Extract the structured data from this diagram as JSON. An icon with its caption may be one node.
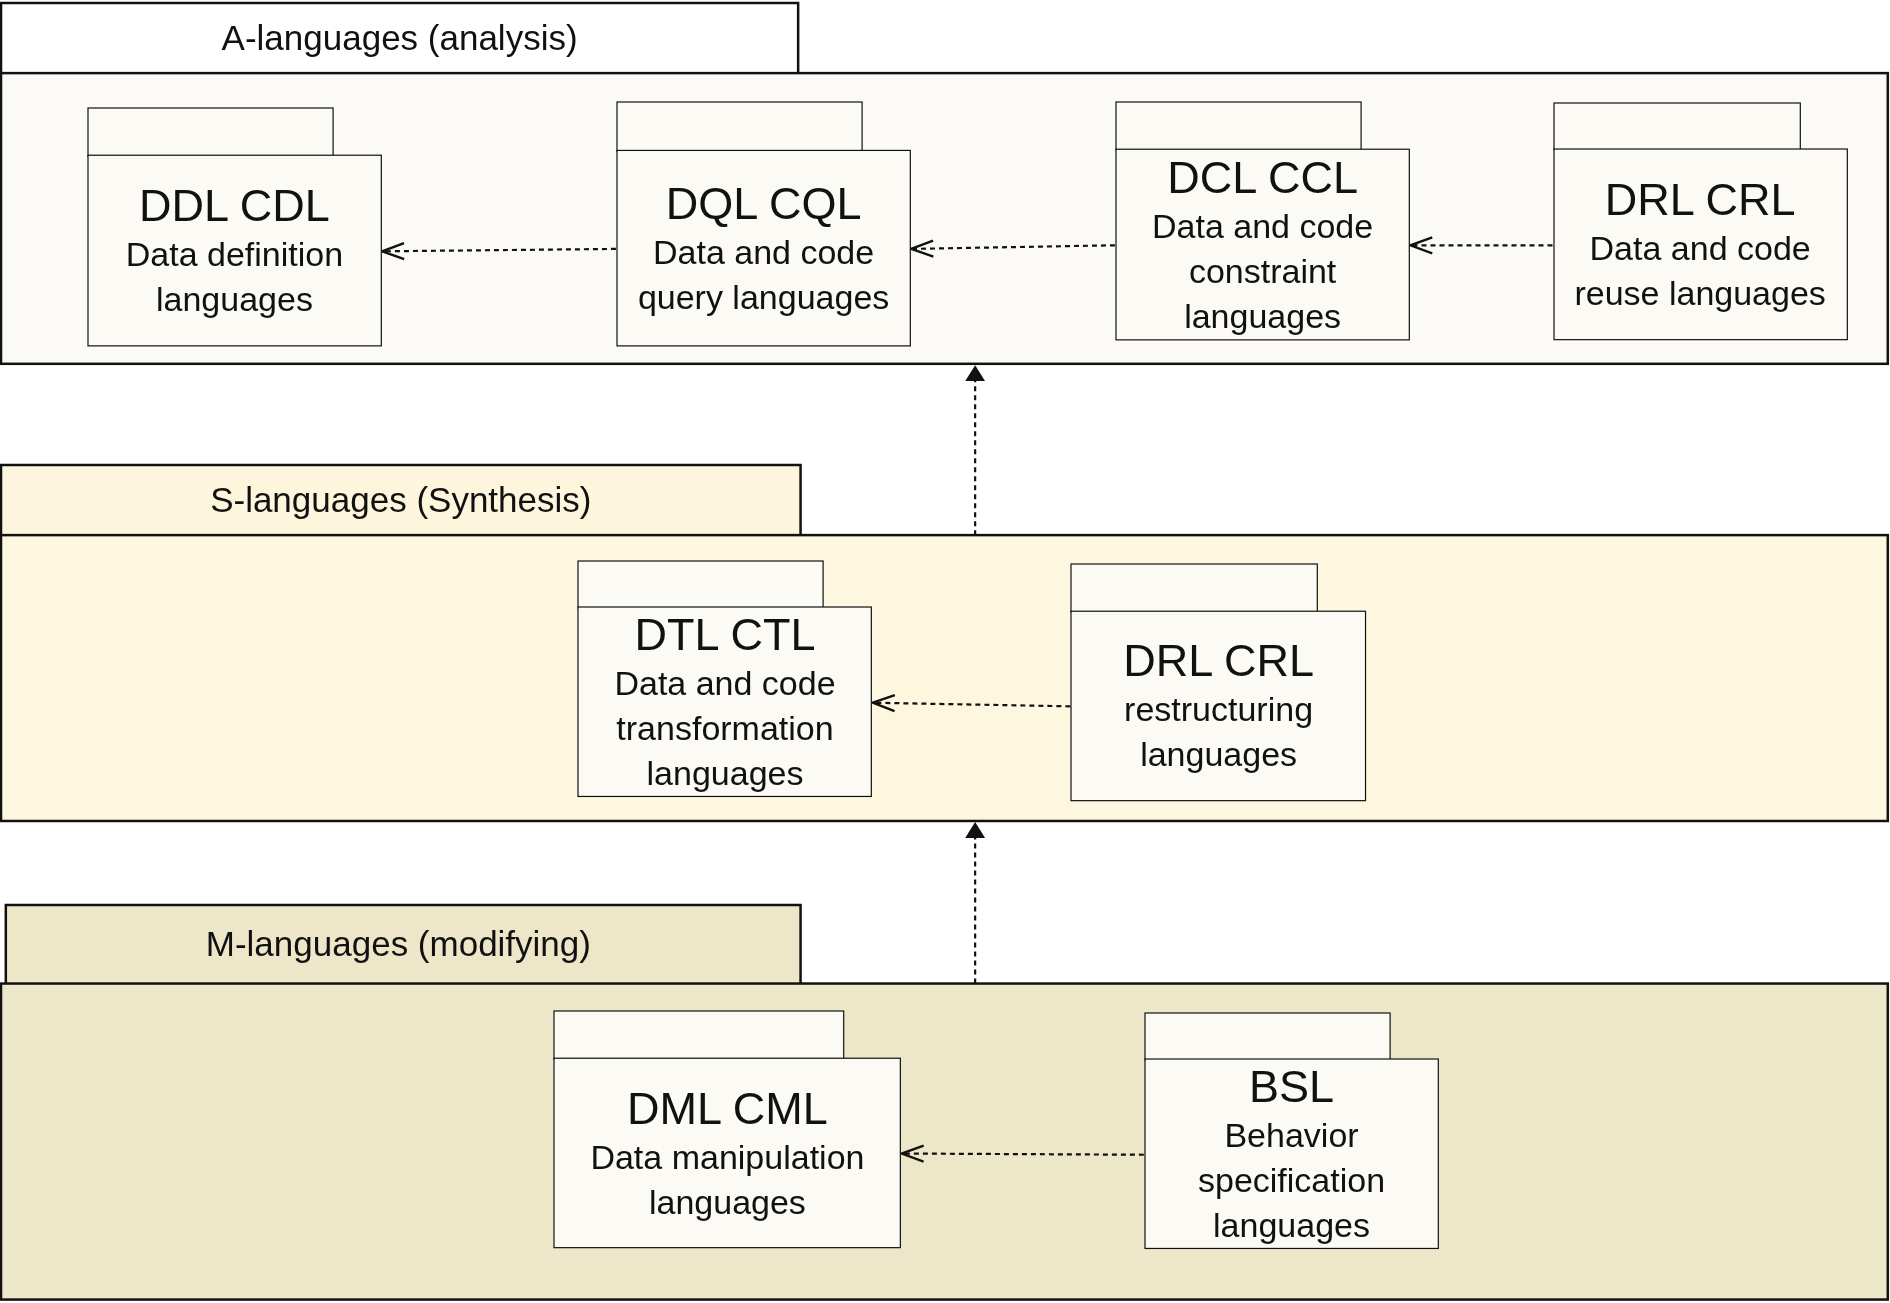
{
  "diagram": {
    "nodes": [
      {
        "text": [
          "A-languages (analysis)"
        ]
      },
      {
        "text": [
          "DDL CDL",
          "Data definition languages"
        ],
        "in": 0
      },
      {
        "text": [
          "DQL CQL",
          "Data and code query languages"
        ],
        "in": 0
      },
      {
        "text": [
          "DCL CCL",
          "Data and code constraint languages"
        ],
        "in": 0
      },
      {
        "text": [
          "DRL CRL",
          "Data and code reuse languages"
        ],
        "in": 0
      },
      {
        "text": [
          "S-languages (Synthesis)"
        ]
      },
      {
        "text": [
          "DTL CTL",
          "Data and code transformation languages"
        ],
        "in": 5
      },
      {
        "text": [
          "DRL CRL",
          "restructuring languages"
        ],
        "in": 5
      },
      {
        "text": [
          "M-languages (modifying)"
        ]
      },
      {
        "text": [
          "DML CML",
          "Data manipulation languages"
        ],
        "in": 8
      },
      {
        "text": [
          "BSL",
          "Behavior specification languages"
        ],
        "in": 8
      }
    ],
    "edges": [
      {
        "from": 2,
        "to": 1,
        "arrow": "to",
        "style": "dashed"
      },
      {
        "from": 3,
        "to": 2,
        "arrow": "to",
        "style": "dashed"
      },
      {
        "from": 4,
        "to": 3,
        "arrow": "to",
        "style": "dashed"
      },
      {
        "from": 7,
        "to": 6,
        "arrow": "to",
        "style": "dashed"
      },
      {
        "from": 10,
        "to": 9,
        "arrow": "to",
        "style": "dashed"
      },
      {
        "from": 5,
        "to": 0,
        "arrow": "to",
        "style": "dashed"
      },
      {
        "from": 8,
        "to": 5,
        "arrow": "to",
        "style": "dashed"
      }
    ]
  }
}
